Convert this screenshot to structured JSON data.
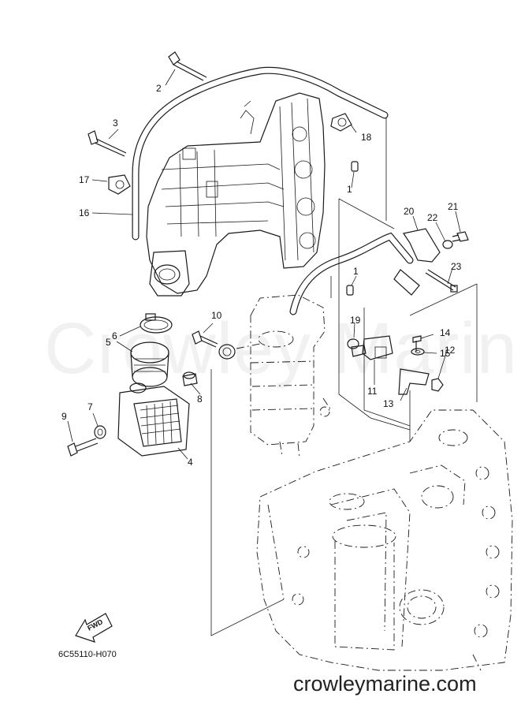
{
  "diagram": {
    "callouts": [
      {
        "id": "c1a",
        "text": "1"
      },
      {
        "id": "c1b",
        "text": "1"
      },
      {
        "id": "c2",
        "text": "2"
      },
      {
        "id": "c3",
        "text": "3"
      },
      {
        "id": "c4",
        "text": "4"
      },
      {
        "id": "c5",
        "text": "5"
      },
      {
        "id": "c6",
        "text": "6"
      },
      {
        "id": "c7",
        "text": "7"
      },
      {
        "id": "c8",
        "text": "8"
      },
      {
        "id": "c9",
        "text": "9"
      },
      {
        "id": "c10",
        "text": "10"
      },
      {
        "id": "c11",
        "text": "11"
      },
      {
        "id": "c12",
        "text": "12"
      },
      {
        "id": "c13",
        "text": "13"
      },
      {
        "id": "c14",
        "text": "14"
      },
      {
        "id": "c15",
        "text": "15"
      },
      {
        "id": "c16",
        "text": "16"
      },
      {
        "id": "c17",
        "text": "17"
      },
      {
        "id": "c18",
        "text": "18"
      },
      {
        "id": "c19",
        "text": "19"
      },
      {
        "id": "c20",
        "text": "20"
      },
      {
        "id": "c21",
        "text": "21"
      },
      {
        "id": "c22",
        "text": "22"
      },
      {
        "id": "c23",
        "text": "23"
      }
    ],
    "fwd_label": "FWD",
    "reference_code": "6C55110-H070",
    "watermark": "Crowley Marine",
    "site_url": "crowleymarine.com"
  }
}
